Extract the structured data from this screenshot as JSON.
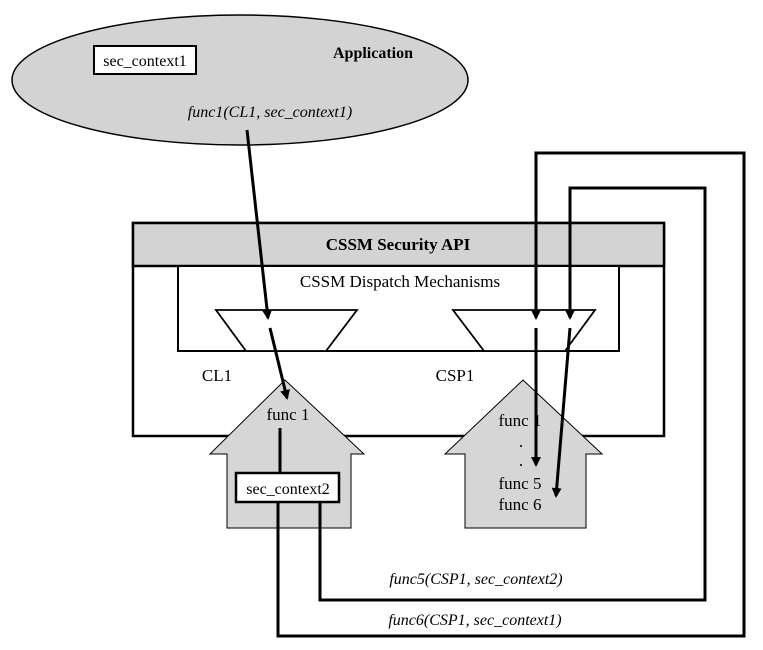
{
  "application": {
    "title": "Application",
    "context_box": "sec_context1",
    "call": "func1(CL1, sec_context1)"
  },
  "cssm": {
    "api_title": "CSSM Security API",
    "dispatch_title": "CSSM Dispatch Mechanisms"
  },
  "modules": {
    "cl": {
      "name": "CL1",
      "func": "func 1",
      "context_box": "sec_context2"
    },
    "csp": {
      "name": "CSP1",
      "funcs": [
        "func 1",
        ".",
        ".",
        "func 5",
        "func 6"
      ]
    }
  },
  "calls": {
    "func5": "func5(CSP1, sec_context2)",
    "func6": "func6(CSP1, sec_context1)"
  },
  "colors": {
    "ellipse_fill": "#d3d3d3",
    "api_bar_fill": "#d3d3d3",
    "house_fill": "#d6d6d6",
    "stroke": "#000000"
  }
}
